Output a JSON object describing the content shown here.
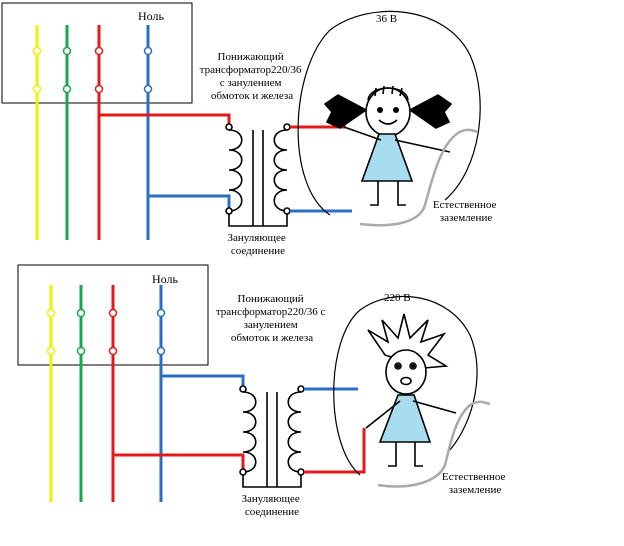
{
  "colors": {
    "yellow": "#f2f200",
    "green": "#1aa64a",
    "red": "#e41a1a",
    "blue": "#2a6fc4",
    "outline": "#000000",
    "ground": "#aaaaaa",
    "dress": "#a8ddf0"
  },
  "diagram_top": {
    "box_label": "Ноль",
    "transformer_label": [
      "Понижающий",
      "трансформатор220/36",
      "с занулением",
      "обмоток и железа"
    ],
    "voltage_label": "36 В",
    "neutral_label": [
      "Зануляющее",
      "соединение"
    ],
    "ground_label": [
      "Естественное",
      "заземление"
    ],
    "figure": "calm-girl-icon"
  },
  "diagram_bottom": {
    "box_label": "Ноль",
    "transformer_label": [
      "Понижающий",
      "трансформатор220/36 с",
      "занулением",
      "обмоток и железа"
    ],
    "voltage_label": "220 В",
    "neutral_label": [
      "Зануляющее",
      "соединение"
    ],
    "ground_label": [
      "Естественное",
      "заземление"
    ],
    "figure": "shocked-girl-icon"
  }
}
